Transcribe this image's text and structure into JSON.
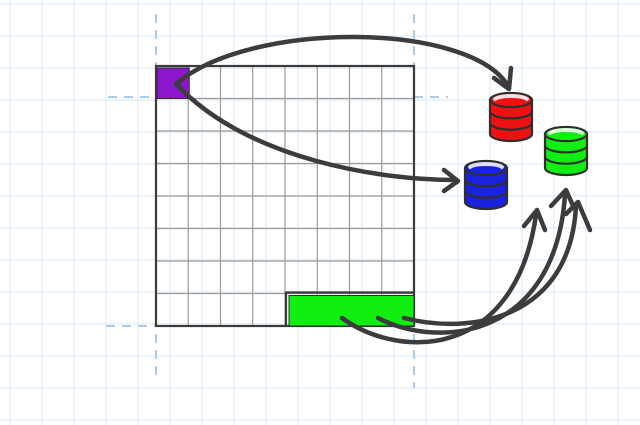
{
  "colors": {
    "background": "#ffffff",
    "paper_grid": "#e3eef8",
    "guide_lines": "#a9cdea",
    "grid_border": "#3a3a3a",
    "grid_lines": "#9a9a9a",
    "arrow": "#3c3c3c",
    "purple": "#8c16ce",
    "red": "#ee1111",
    "green": "#11ee11",
    "blue": "#1a22dd",
    "stroke": "#2e2e2e"
  },
  "grid": {
    "rows": 8,
    "cols": 8
  },
  "cells": {
    "purple": {
      "row": 0,
      "col": 0,
      "span": 1,
      "color": "purple"
    },
    "green": {
      "row": 7,
      "col": 4,
      "span": 4,
      "color": "green"
    }
  },
  "databases": [
    {
      "name": "database-red-icon",
      "color": "red"
    },
    {
      "name": "database-green-icon",
      "color": "green"
    },
    {
      "name": "database-blue-icon",
      "color": "blue"
    }
  ],
  "arrows": [
    {
      "name": "arrow-purple-to-red",
      "from": "purple",
      "to": "red"
    },
    {
      "name": "arrow-purple-to-blue",
      "from": "purple",
      "to": "blue"
    },
    {
      "name": "arrow-green-to-green-a",
      "from": "green",
      "to": "green"
    },
    {
      "name": "arrow-green-to-green-b",
      "from": "green",
      "to": "green"
    },
    {
      "name": "arrow-green-to-green-c",
      "from": "green",
      "to": "green"
    }
  ]
}
